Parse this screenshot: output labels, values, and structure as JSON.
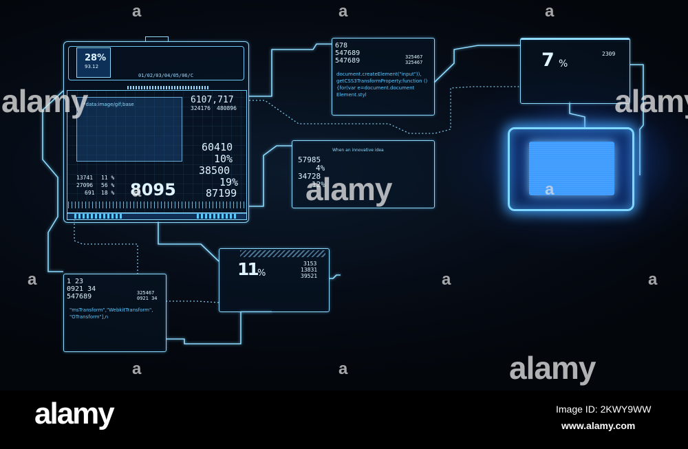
{
  "main_panel": {
    "percent": "28%",
    "percent_sub": "93.12",
    "sequence": "01/02/03/04/05/06/C",
    "data_label": "*data:image/gif;base",
    "big_a": "6107,717",
    "small_a1": "324176",
    "small_a2": "480896",
    "stat_rows": [
      {
        "num": "13741",
        "pct": "11 %"
      },
      {
        "num": "27096",
        "pct": "56 %"
      },
      {
        "num": "691",
        "pct": "18 %"
      }
    ],
    "big_number": "8095",
    "right_col": [
      "60410",
      "10%",
      "38500",
      "19%",
      "87199"
    ]
  },
  "code_panel": {
    "nums": [
      "678",
      "547689",
      "547689"
    ],
    "side": [
      "325467",
      "325467"
    ],
    "code": "document.createElement(\"input\")), getCSS3TransformProperty:function (){for(var e=document.document Element.styl"
  },
  "idea_panel": {
    "title": "When an innovative idea",
    "rows": [
      "57985",
      "4%",
      "34728",
      "12%"
    ]
  },
  "pct_panel_7": {
    "value": "7",
    "unit": "%",
    "side": "2309"
  },
  "pct_panel_11": {
    "value": "11",
    "unit": "%",
    "side": [
      "3153",
      "13831",
      "39521"
    ]
  },
  "bottom_left_panel": {
    "nums": [
      "1 23",
      "0921 34",
      "547689"
    ],
    "side": [
      "325467",
      "0921 34"
    ],
    "code": "\"msTransform\",\"WebkitTransform\", \"OTransform\"],n"
  },
  "watermark": {
    "brand": "alamy",
    "small": "a",
    "image_id": "Image ID: 2KWY9WW",
    "url": "www.alamy.com"
  },
  "colors": {
    "line": "#8fdcff",
    "accent": "#4fc4ff",
    "glow": "#3e9cff"
  }
}
